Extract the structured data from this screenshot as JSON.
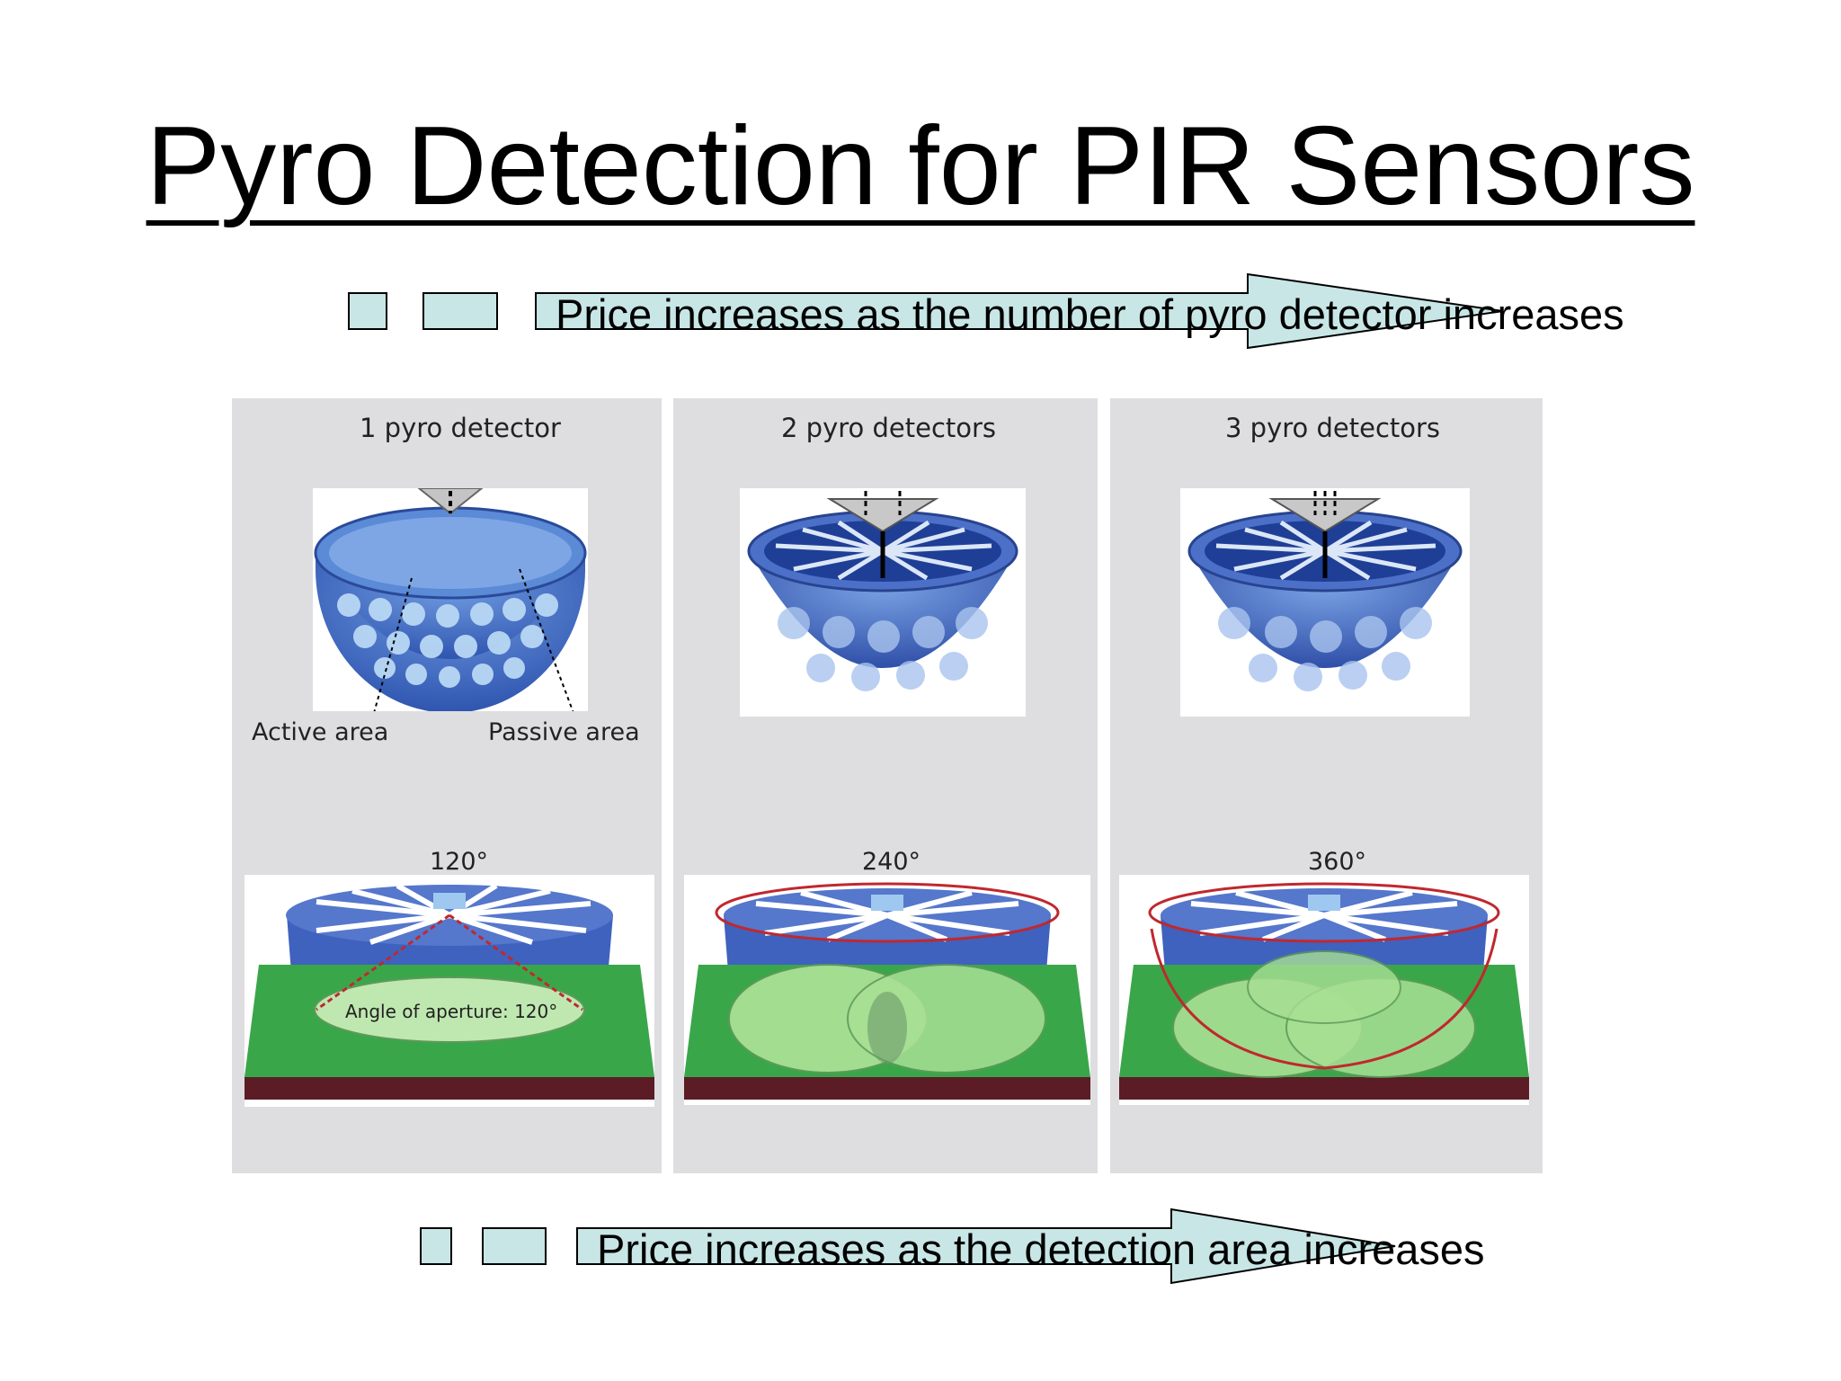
{
  "slide": {
    "title": "Pyro Detection for PIR Sensors",
    "arrow_top": {
      "text": "Price increases as the number of pyro detector increases"
    },
    "arrow_bottom": {
      "text": "Price increases as the detection area increases"
    }
  },
  "figure": {
    "panels": [
      {
        "caption": "1 pyro detector",
        "angle": "120°"
      },
      {
        "caption": "2 pyro detectors",
        "angle": "240°"
      },
      {
        "caption": "3 pyro detectors",
        "angle": "360°"
      }
    ],
    "active_area_label": "Active area",
    "passive_area_label": "Passive area",
    "aperture_label": "Angle of aperture: 120°"
  },
  "colors": {
    "arrow_fill": "#c8e6e6",
    "panel_bg": "#dedee0",
    "dome_blue": "#4a6fc4",
    "ground_green": "#3aa64a",
    "zone_green": "#9bd88a",
    "coverage_red": "#c0282e"
  }
}
